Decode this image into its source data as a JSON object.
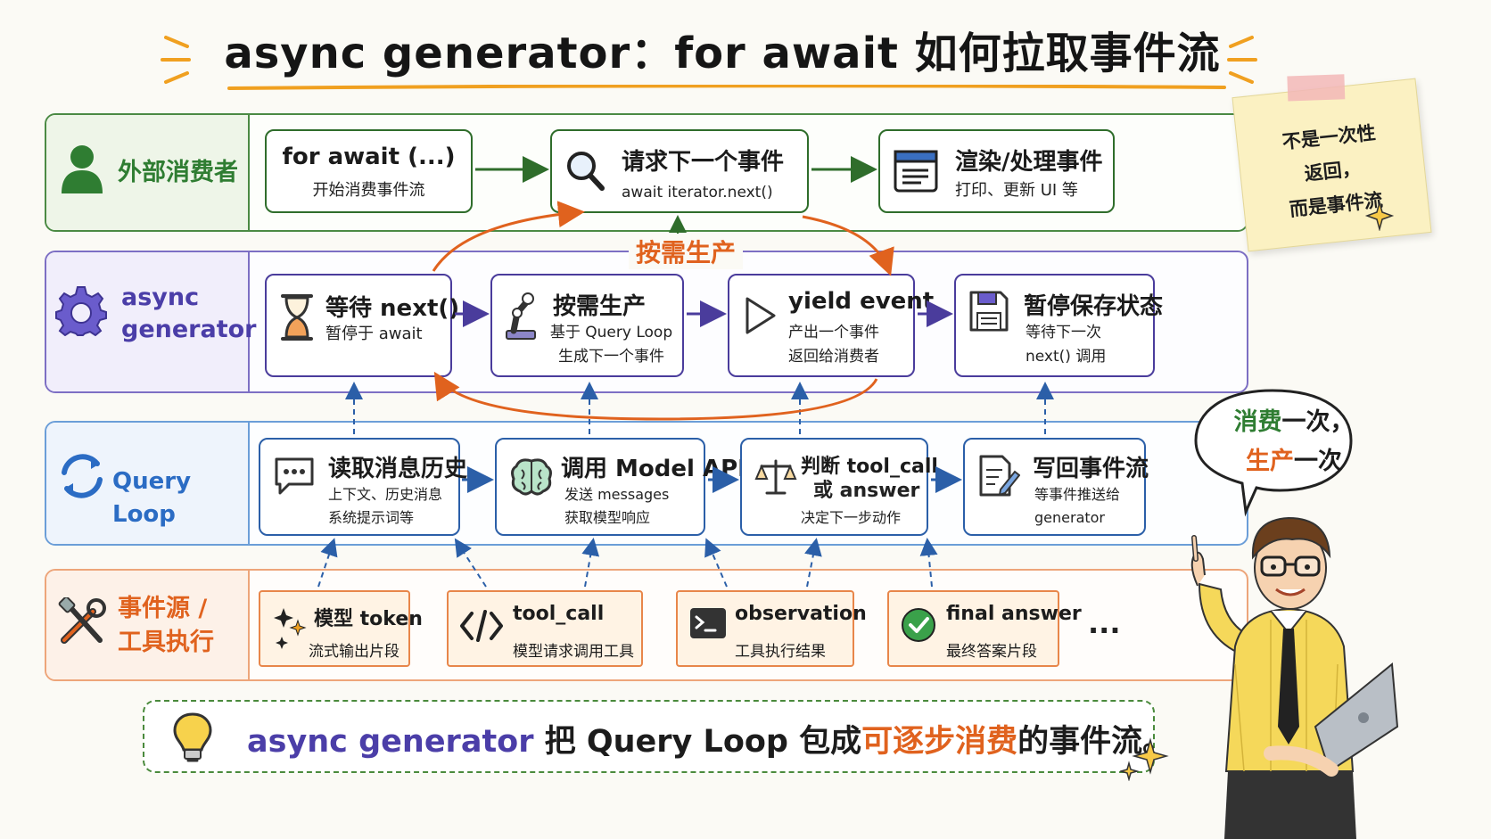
{
  "title": "async generator：for await 如何拉取事件流",
  "colors": {
    "green": "#2f7d32",
    "purple": "#5b4aa8",
    "blue": "#2b6cc4",
    "orange": "#e0621e"
  },
  "lanes": {
    "consumer": {
      "label": "外部消费者",
      "icon": "person-icon",
      "boxes": [
        {
          "title": "for await (...)",
          "sub": "开始消费事件流"
        },
        {
          "title": "请求下一个事件",
          "sub": "await iterator.next()",
          "icon": "magnifier-icon"
        },
        {
          "title": "渲染/处理事件",
          "sub": "打印、更新 UI 等",
          "icon": "browser-window-icon"
        }
      ]
    },
    "generator": {
      "label_line1": "async",
      "label_line2": "generator",
      "icon": "gear-icon",
      "boxes": [
        {
          "title": "等待 next()",
          "sub": "暂停于 await",
          "icon": "hourglass-icon"
        },
        {
          "title": "按需生产",
          "sub1": "基于 Query Loop",
          "sub2": "生成下一个事件",
          "icon": "robot-arm-icon"
        },
        {
          "title": "yield event",
          "sub1": "产出一个事件",
          "sub2": "返回给消费者",
          "icon": "play-icon"
        },
        {
          "title": "暂停保存状态",
          "sub1": "等待下一次",
          "sub2": "next() 调用",
          "icon": "floppy-disk-icon"
        }
      ]
    },
    "queryloop": {
      "label": "Query Loop",
      "icon": "refresh-icon",
      "boxes": [
        {
          "title": "读取消息历史",
          "sub1": "上下文、历史消息",
          "sub2": "系统提示词等",
          "icon": "chat-bubble-icon"
        },
        {
          "title": "调用 Model API",
          "sub1": "发送 messages",
          "sub2": "获取模型响应",
          "icon": "brain-icon"
        },
        {
          "title": "判断 tool_call",
          "title2": "或 answer",
          "sub1": "决定下一步动作",
          "icon": "scales-icon"
        },
        {
          "title": "写回事件流",
          "sub1": "等事件推送给",
          "sub2": "generator",
          "icon": "document-pen-icon"
        }
      ]
    },
    "sources": {
      "label_line1": "事件源 /",
      "label_line2": "工具执行",
      "icon": "tools-icon",
      "notes": [
        {
          "title": "模型 token",
          "sub": "流式输出片段",
          "icon": "sparkles-icon"
        },
        {
          "title": "tool_call",
          "sub": "模型请求调用工具",
          "icon": "code-brackets-icon"
        },
        {
          "title": "observation",
          "sub": "工具执行结果",
          "icon": "terminal-icon"
        },
        {
          "title": "final answer",
          "sub": "最终答案片段",
          "icon": "check-circle-icon"
        }
      ],
      "ellipsis": "..."
    }
  },
  "cycle_label": "按需生产",
  "sticky_note": {
    "line1": "不是一次性",
    "line2": "返回，",
    "line3": "而是事件流"
  },
  "speech_bubble": {
    "line1a": "消费",
    "line1b": "一次，",
    "line2a": "生产",
    "line2b": "一次"
  },
  "bottom": {
    "part1": "async generator",
    "part2": " 把 Query Loop 包成",
    "part3": "可逐步消费",
    "part4": "的事件流。",
    "icon": "lightbulb-icon"
  }
}
